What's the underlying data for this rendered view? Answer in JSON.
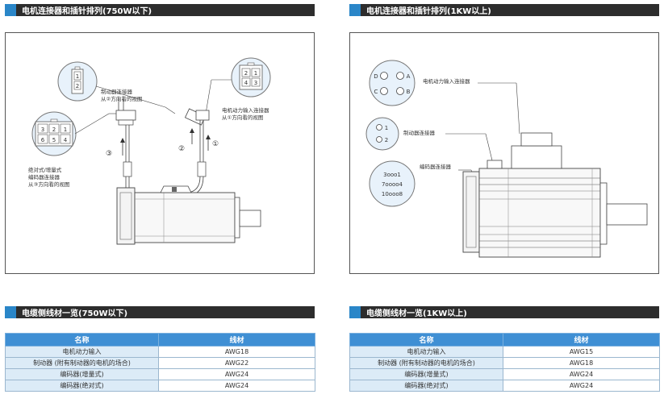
{
  "sections": {
    "connector_small": "电机连接器和插针排列(750W以下)",
    "connector_large": "电机连接器和插针排列(1KW以上)",
    "cable_small": "电缆侧线材一览(750W以下)",
    "cable_large": "电缆侧线材一览(1KW以上)"
  },
  "diagram_small": {
    "brake_label": [
      "制动器连接器",
      "从②方向看的视图"
    ],
    "power_label": [
      "电机动力输入连接器",
      "从①方向看的视图"
    ],
    "encoder_label": [
      "绝对式/增量式",
      "编码器连接器",
      "从③方向看的视图"
    ],
    "brake_pins": [
      "1",
      "2"
    ],
    "power_pins": [
      "2",
      "1",
      "4",
      "3"
    ],
    "encoder_pins": [
      "3",
      "2",
      "1",
      "6",
      "5",
      "4"
    ],
    "arrow_1": "①",
    "arrow_2": "②",
    "arrow_3": "③"
  },
  "diagram_large": {
    "power_label": "电机动力输入连接器",
    "brake_label": "制动器连接器",
    "encoder_label": "编码器连接器",
    "power_pins": [
      "D",
      "A",
      "C",
      "B"
    ],
    "brake_pins": [
      "1",
      "2"
    ],
    "encoder_rows": [
      "3ooo1",
      "7oooo4",
      "10ooo8"
    ]
  },
  "table_small": {
    "headers": [
      "名称",
      "线材"
    ],
    "rows": [
      [
        "电机动力输入",
        "AWG18"
      ],
      [
        "制动器 (附有制动器的电机的场合)",
        "AWG22"
      ],
      [
        "编码器(增量式)",
        "AWG24"
      ],
      [
        "编码器(绝对式)",
        "AWG24"
      ]
    ]
  },
  "table_large": {
    "headers": [
      "名称",
      "线材"
    ],
    "rows": [
      [
        "电机动力输入",
        "AWG15"
      ],
      [
        "制动器 (附有制动器的电机的场合)",
        "AWG18"
      ],
      [
        "编码器(增量式)",
        "AWG24"
      ],
      [
        "编码器(绝对式)",
        "AWG24"
      ]
    ]
  }
}
